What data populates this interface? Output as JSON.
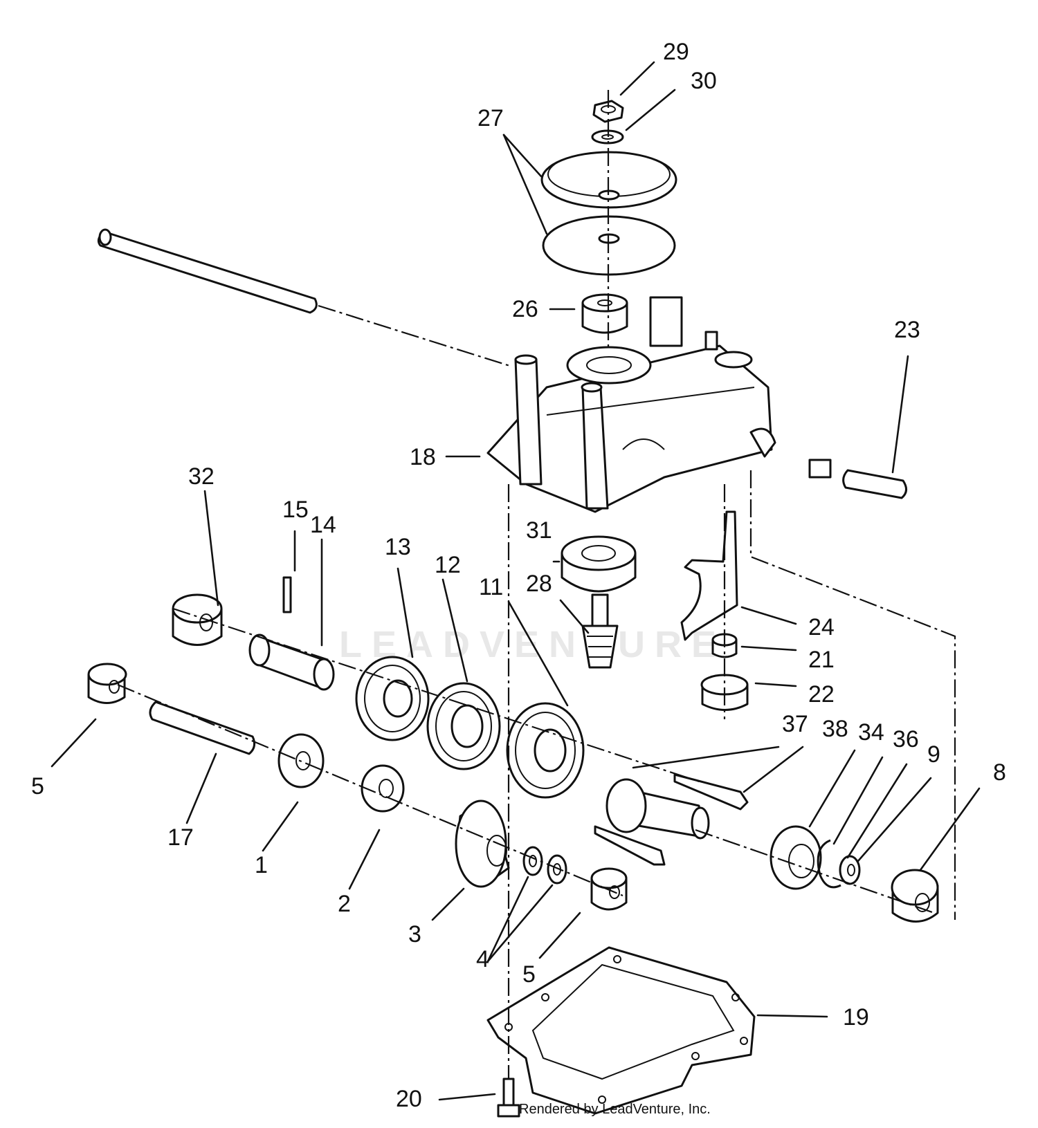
{
  "diagram": {
    "watermark": "LEADVENTURE",
    "footer": "Rendered by LeadVenture, Inc.",
    "callouts": [
      {
        "id": "29",
        "label": "29"
      },
      {
        "id": "30",
        "label": "30"
      },
      {
        "id": "27",
        "label": "27"
      },
      {
        "id": "26",
        "label": "26"
      },
      {
        "id": "23",
        "label": "23"
      },
      {
        "id": "18",
        "label": "18"
      },
      {
        "id": "32",
        "label": "32"
      },
      {
        "id": "15",
        "label": "15"
      },
      {
        "id": "14",
        "label": "14"
      },
      {
        "id": "13",
        "label": "13"
      },
      {
        "id": "12",
        "label": "12"
      },
      {
        "id": "31",
        "label": "31"
      },
      {
        "id": "11",
        "label": "11"
      },
      {
        "id": "28",
        "label": "28"
      },
      {
        "id": "24",
        "label": "24"
      },
      {
        "id": "21",
        "label": "21"
      },
      {
        "id": "22",
        "label": "22"
      },
      {
        "id": "37",
        "label": "37"
      },
      {
        "id": "38",
        "label": "38"
      },
      {
        "id": "34",
        "label": "34"
      },
      {
        "id": "36",
        "label": "36"
      },
      {
        "id": "9",
        "label": "9"
      },
      {
        "id": "8",
        "label": "8"
      },
      {
        "id": "5a",
        "label": "5"
      },
      {
        "id": "17",
        "label": "17"
      },
      {
        "id": "1",
        "label": "1"
      },
      {
        "id": "2",
        "label": "2"
      },
      {
        "id": "3",
        "label": "3"
      },
      {
        "id": "4",
        "label": "4"
      },
      {
        "id": "5b",
        "label": "5"
      },
      {
        "id": "19",
        "label": "19"
      },
      {
        "id": "20",
        "label": "20"
      }
    ]
  }
}
